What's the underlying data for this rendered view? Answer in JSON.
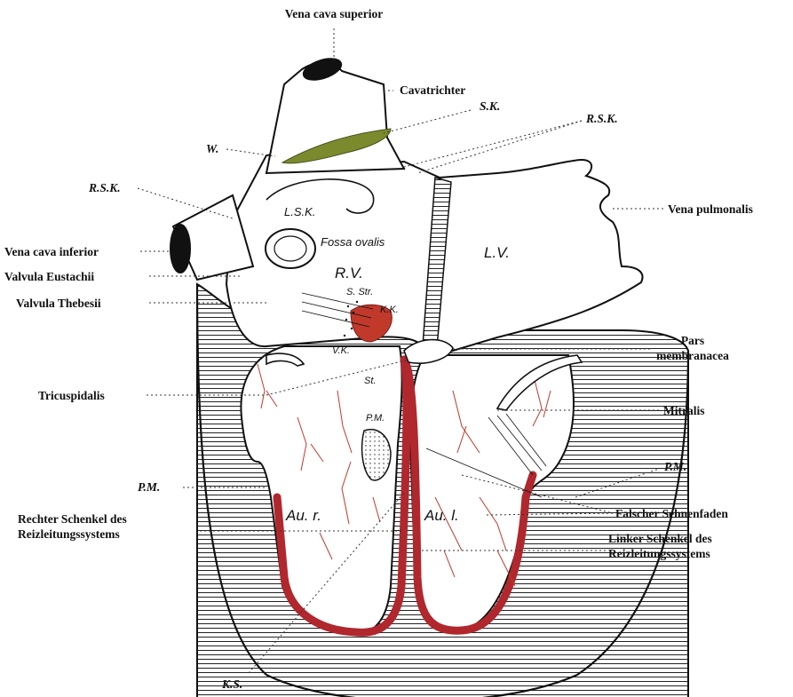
{
  "labels": {
    "vena_cava_superior": "Vena cava superior",
    "cavatrichter": "Cavatrichter",
    "sk": "S.K.",
    "rsk_right": "R.S.K.",
    "rsk_left": "R.S.K.",
    "w": "W.",
    "lsk": "L.S.K.",
    "fossa_ovalis": "Fossa ovalis",
    "vena_pulmonalis": "Vena pulmonalis",
    "vena_cava_inferior": "Vena cava inferior",
    "valvula_eustachii": "Valvula Eustachii",
    "valvula_thebesii": "Valvula Thebesii",
    "rv": "R.V.",
    "lv": "L.V.",
    "s_str": "S. Str.",
    "kk": "K.K.",
    "vk": "V.K.",
    "pars_line1": "Pars",
    "pars_line2": "membranacea",
    "tricuspidalis": "Tricuspidalis",
    "st": "St.",
    "pm_small": "P.M.",
    "mitralis": "Mitralis",
    "pm_left": "P.M.",
    "pm_right": "P.M.",
    "au_r": "Au. r.",
    "au_l": "Au. l.",
    "falscher": "Falscher Sehnenfaden",
    "rechter_line1": "Rechter Schenkel des",
    "rechter_line2": "Reizleitungssystems",
    "linker_line1": "Linker Schenkel des",
    "linker_line2": "Reizleitungssystems",
    "ks": "K.S."
  },
  "colors": {
    "conduction_red": "#b0272d",
    "sinus_node_green": "#7c8a2e",
    "hatch": "#222222"
  }
}
